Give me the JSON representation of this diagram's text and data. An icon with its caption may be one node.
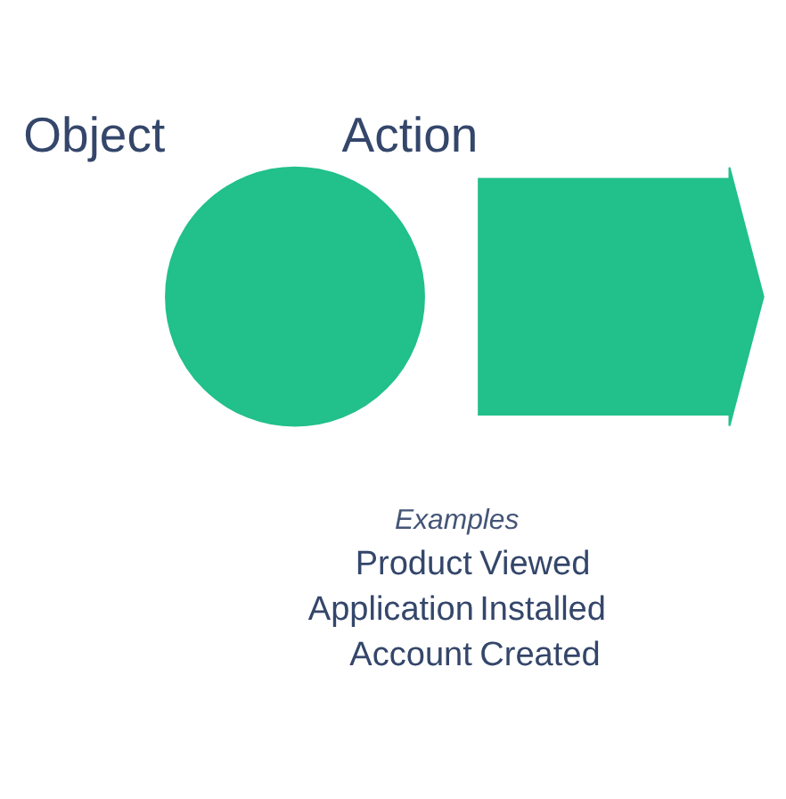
{
  "diagram": {
    "nodes": [
      {
        "text": [
          "Object"
        ]
      },
      {
        "text": [
          "Action"
        ]
      }
    ],
    "edges": [],
    "labels": [
      "Examples",
      "Product",
      "Viewed",
      "Application",
      "Installed",
      "Account",
      "Created"
    ]
  }
}
